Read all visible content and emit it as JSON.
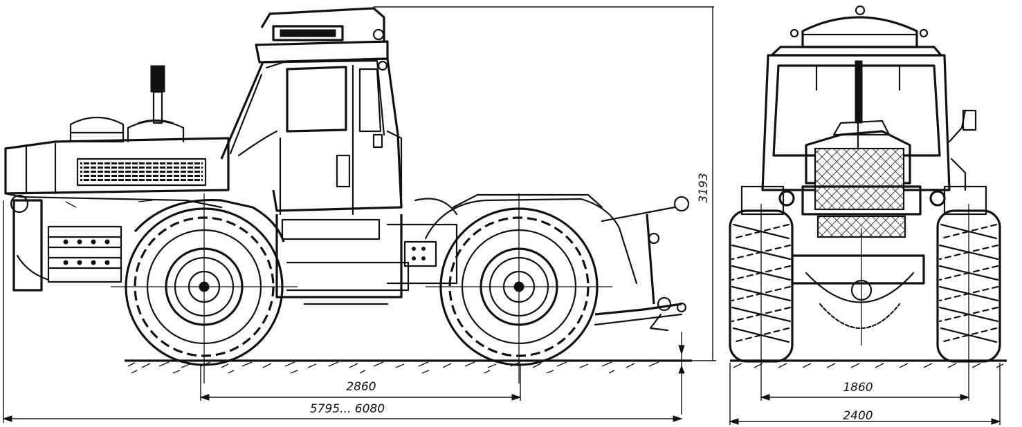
{
  "dimensions": {
    "height": "3193",
    "wheelbase": "2860",
    "length": "5795... 6080",
    "track": "1860",
    "width": "2400"
  },
  "icons": {
    "side_view": "tractor-side-view-drawing",
    "front_view": "tractor-front-view-drawing"
  }
}
